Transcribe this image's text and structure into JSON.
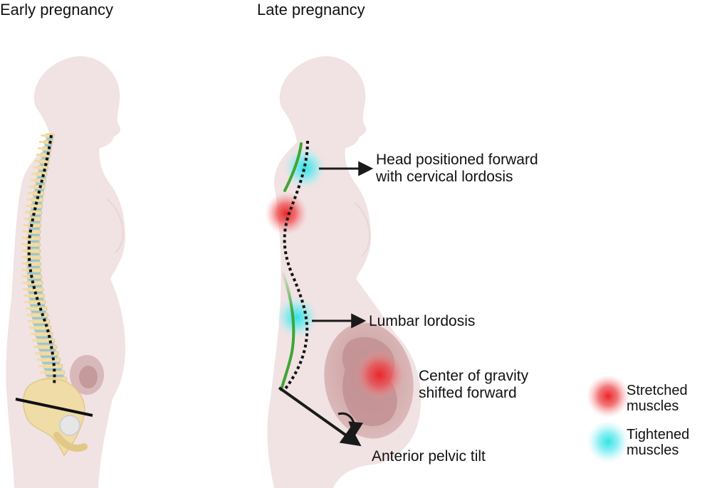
{
  "panels": {
    "early": {
      "title": "Early pregnancy"
    },
    "late": {
      "title": "Late pregnancy"
    }
  },
  "annotations": {
    "head": {
      "line1": "Head positioned forward",
      "line2": "with cervical lordosis"
    },
    "lumbar": {
      "text": "Lumbar lordosis"
    },
    "gravity": {
      "line1": "Center of gravity",
      "line2": "shifted forward"
    },
    "pelvic": {
      "text": "Anterior pelvic tilt"
    }
  },
  "legend": {
    "stretched": {
      "line1": "Stretched",
      "line2": "muscles",
      "color": "#e8262b"
    },
    "tightened": {
      "line1": "Tightened",
      "line2": "muscles",
      "color": "#2fe3e8"
    }
  },
  "colors": {
    "body": "#f1e2e3",
    "spine_bone": "#f0dca6",
    "disc": "#8ec8e0",
    "muscle_line": "#3fa535"
  }
}
